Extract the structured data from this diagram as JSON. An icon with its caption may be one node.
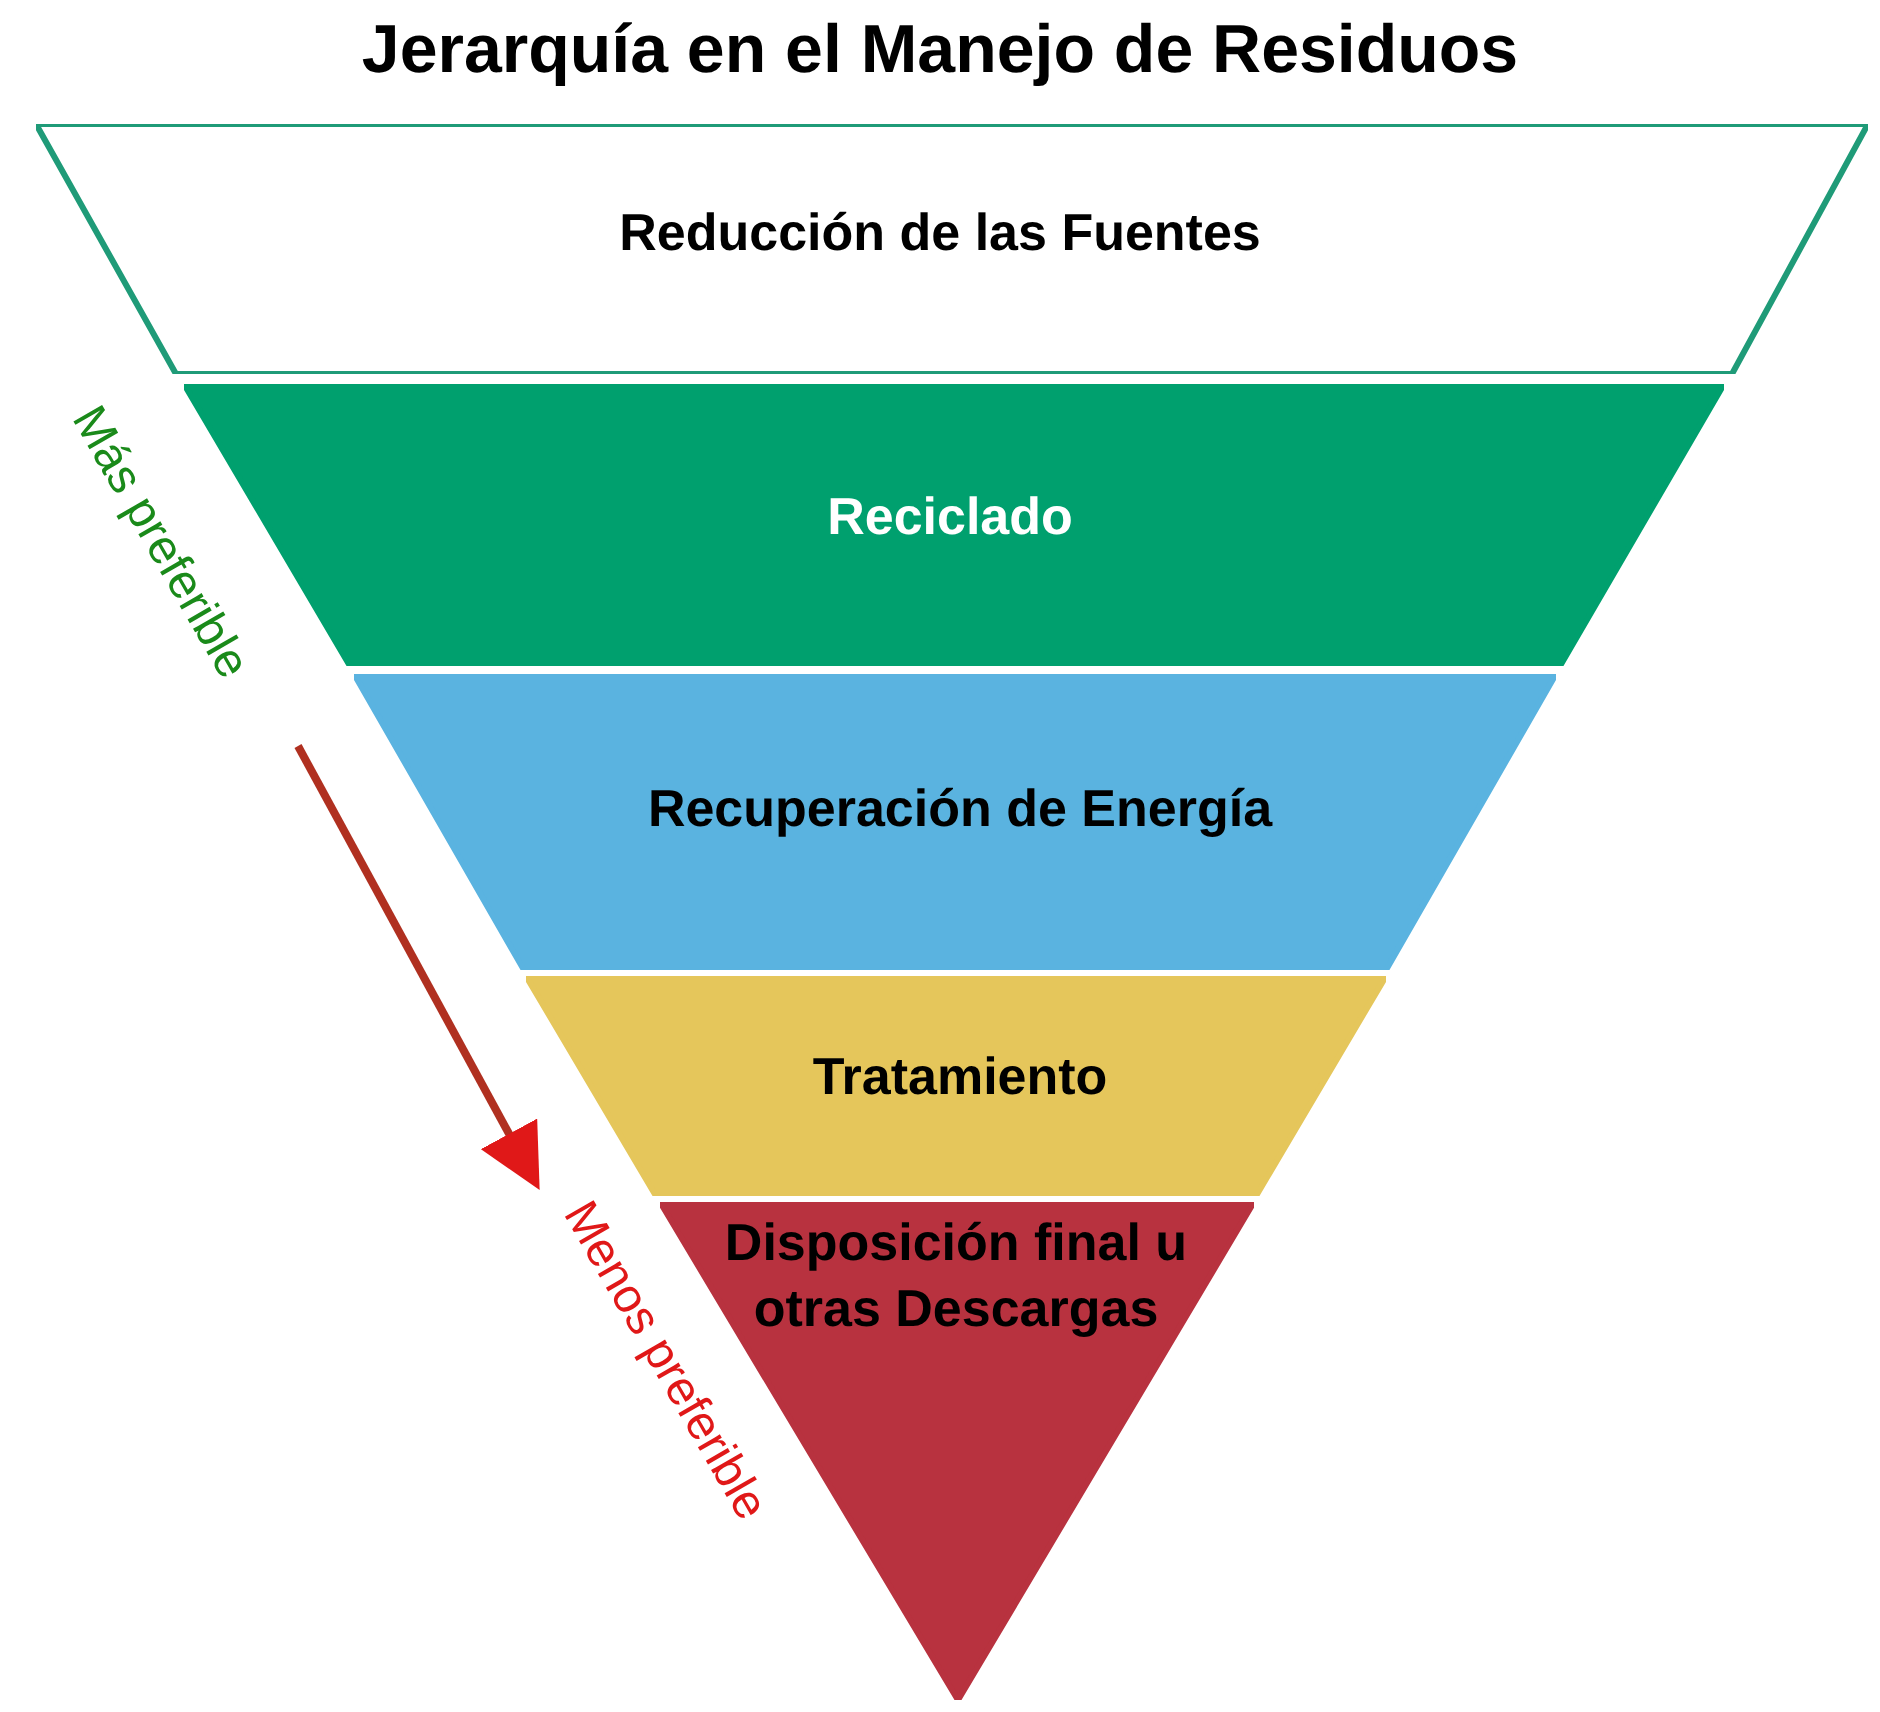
{
  "diagram": {
    "title": "Jerarquía en el Manejo de Residuos",
    "nodes": [
      {
        "text": [
          "Reducción de las Fuentes"
        ]
      },
      {
        "text": [
          "Reciclado"
        ]
      },
      {
        "text": [
          "Recuperación de Energía"
        ]
      },
      {
        "text": [
          "Tratamiento"
        ]
      },
      {
        "text": [
          "Disposición final u otras Descargas"
        ]
      }
    ],
    "labels": [
      "Más preferible",
      "Menos preferible"
    ]
  }
}
